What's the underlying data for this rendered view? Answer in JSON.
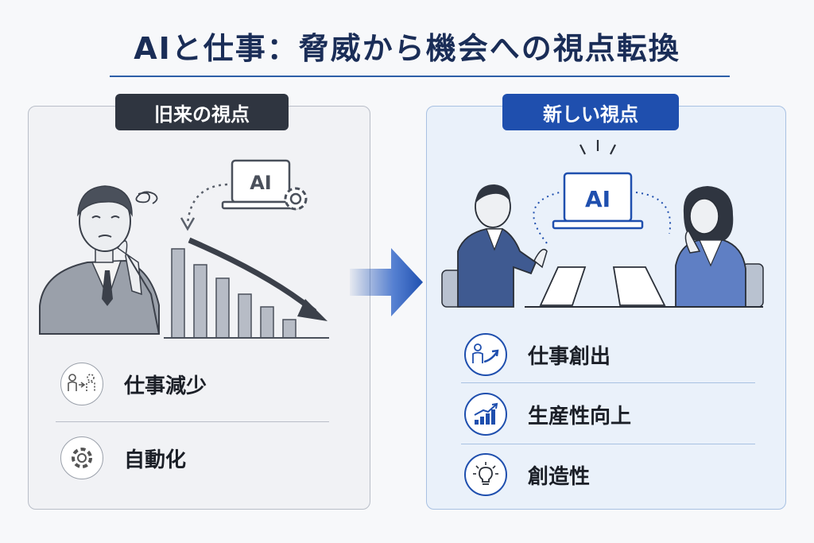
{
  "title": "AIと仕事：脅威から機会への視点転換",
  "left_panel": {
    "badge": "旧来の視点",
    "laptop_text": "AI",
    "items": [
      {
        "label": "仕事減少",
        "icon": "person-replaced-icon"
      },
      {
        "label": "自動化",
        "icon": "gear-icon"
      }
    ]
  },
  "right_panel": {
    "badge": "新しい視点",
    "laptop_text": "AI",
    "items": [
      {
        "label": "仕事創出",
        "icon": "person-growth-icon"
      },
      {
        "label": "生産性向上",
        "icon": "growth-chart-icon"
      },
      {
        "label": "創造性",
        "icon": "lightbulb-icon"
      }
    ]
  },
  "colors": {
    "title": "#1a2d57",
    "accent_blue": "#1f4fae",
    "dark_badge": "#2f3540",
    "bars_gray": "#b7bcc6"
  }
}
